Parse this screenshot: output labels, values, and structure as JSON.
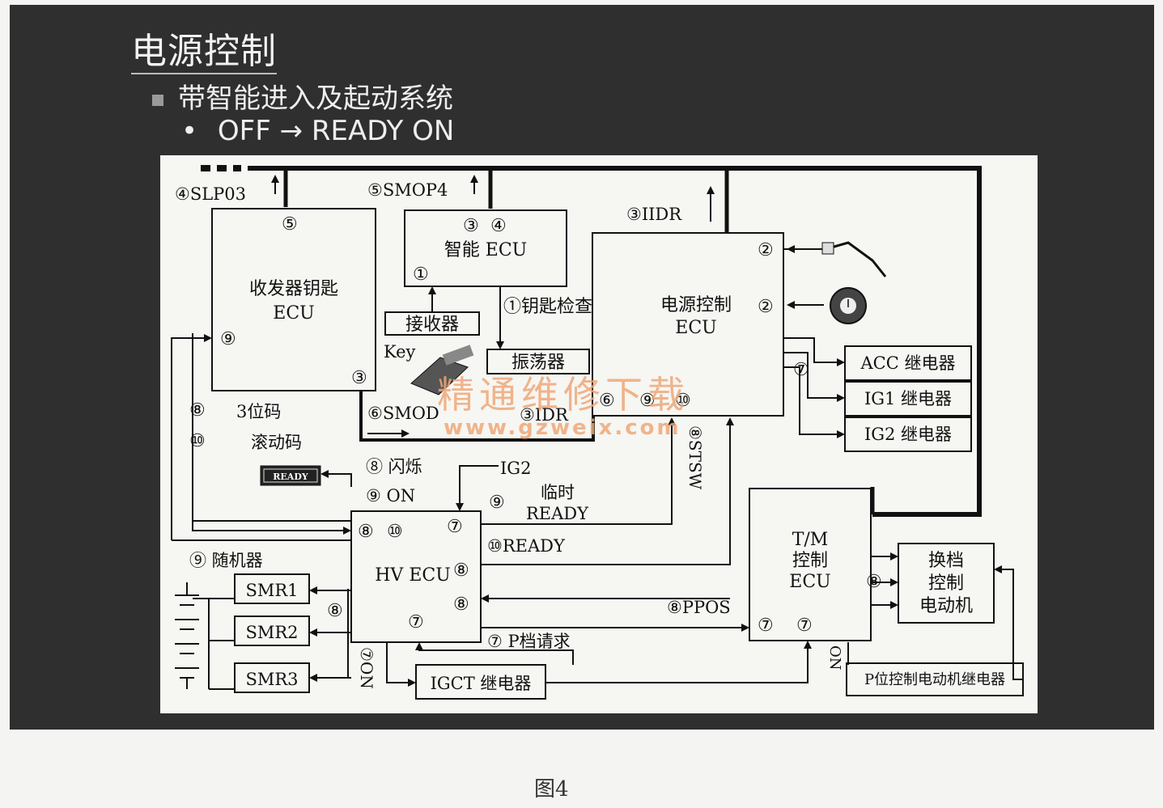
{
  "slide": {
    "title": "电源控制",
    "bullet_level1": "带智能进入及起动系统",
    "bullet_level2_marker": "•",
    "bullet_level2": "OFF → READY ON"
  },
  "caption": "图4",
  "diagram": {
    "blocks": {
      "transponder_ecu": "收发器钥匙\nECU",
      "smart_ecu": "智能 ECU",
      "power_ecu": "电源控制\nECU",
      "receiver": "接收器",
      "oscillator": "振荡器",
      "hv_ecu": "HV ECU",
      "tm_ecu": "T/M\n控制\nECU",
      "shift_motor": "换档\n控制\n电动机",
      "acc_relay": "ACC 继电器",
      "ig1_relay": "IG1 继电器",
      "ig2_relay": "IG2 继电器",
      "smr1": "SMR1",
      "smr2": "SMR2",
      "smr3": "SMR3",
      "igct_relay": "IGCT 继电器",
      "p_motor_relay": "P位控制电动机继电器",
      "ready_indicator": "READY"
    },
    "signals": {
      "slp03": "④SLP03",
      "smop4": "⑤SMOP4",
      "iidr": "③IIDR",
      "key_check": "①钥匙检查",
      "key": "Key",
      "smod": "⑥SMOD",
      "idr": "③IDR",
      "code_3bit": "3位码",
      "rolling_code": "滚动码",
      "blink": "⑧ 闪烁",
      "on": "⑨ ON",
      "ig2": "IG2",
      "temp": "临时",
      "temp_ready": "READY",
      "ready10": "⑩READY",
      "immobilizer": "⑨ 随机器",
      "ststs": "⑧STSW",
      "ppos": "⑧PPOS",
      "p_request": "⑦ P档请求",
      "on7": "⑦ON",
      "on_tm": "ON"
    },
    "numbers": {
      "n1": "①",
      "n2": "②",
      "n3": "③",
      "n4": "④",
      "n5": "⑤",
      "n6": "⑥",
      "n7": "⑦",
      "n8": "⑧",
      "n9": "⑨",
      "n10": "⑩"
    },
    "watermark": {
      "cn": "精通维修下载",
      "url": "www.gzweix.com"
    }
  }
}
